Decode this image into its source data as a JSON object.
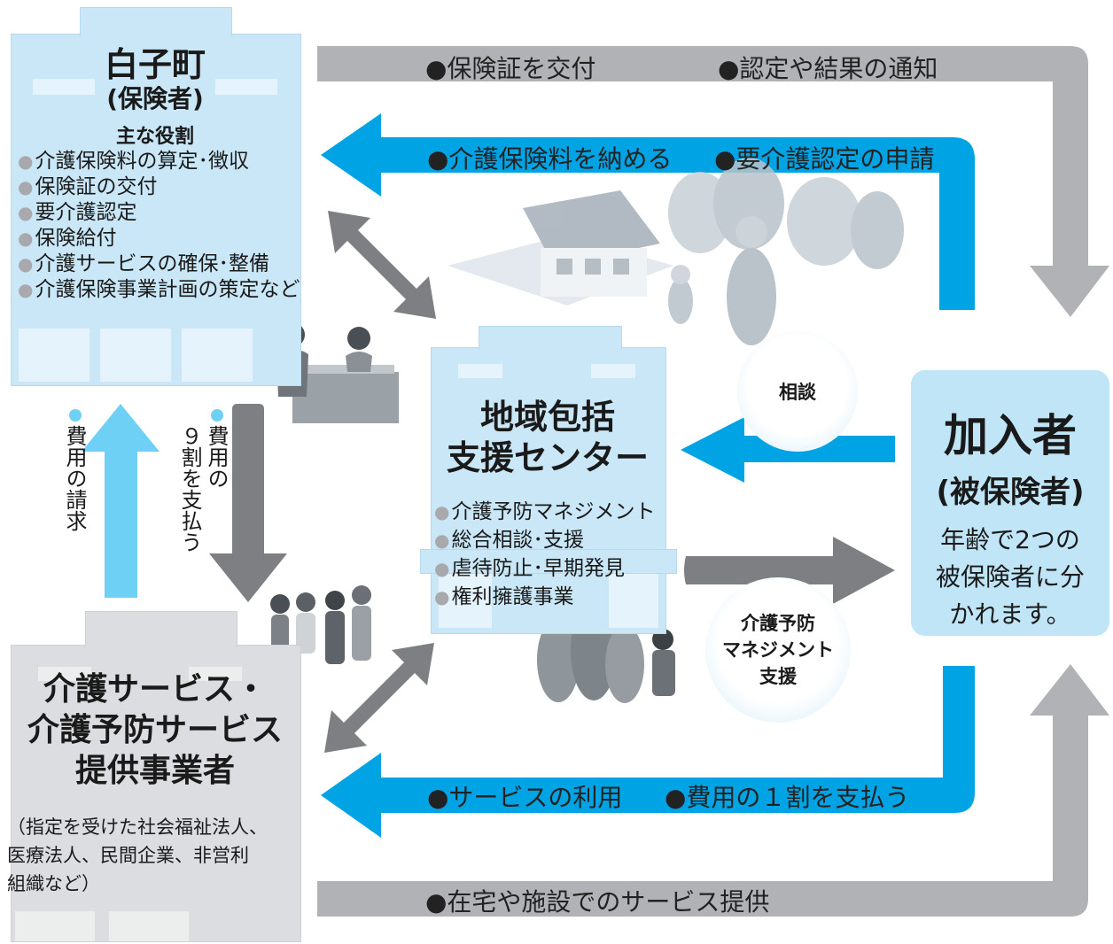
{
  "insurer": {
    "name": "白子町",
    "role": "(保険者)",
    "roles_heading": "主な役割",
    "roles": [
      "介護保険料の算定･徴収",
      "保険証の交付",
      "要介護認定",
      "保険給付",
      "介護サービスの確保･整備",
      "介護保険事業計画の策定など"
    ]
  },
  "center": {
    "name_line1": "地域包括",
    "name_line2": "支援センター",
    "services": [
      "介護予防マネジメント",
      "総合相談･支援",
      "虐待防止･早期発見",
      "権利擁護事業"
    ]
  },
  "member": {
    "name": "加入者",
    "role": "(被保険者)",
    "desc_lines": [
      "年齢で2つの",
      "被保険者に分",
      "かれます。"
    ]
  },
  "provider": {
    "name_lines": [
      "介護サービス・",
      "介護予防サービス",
      "提供事業者"
    ],
    "note_lines": [
      "（指定を受けた社会福祉法人、",
      "医療法人、民間企業、非営利",
      "組織など）"
    ]
  },
  "flows": {
    "top_gray_1": "●保険証を交付",
    "top_gray_2": "●認定や結果の通知",
    "blue_top_1": "●介護保険料を納める",
    "blue_top_2": "●要介護認定の申請",
    "consult": "相談",
    "prevent_support": [
      "介護予防",
      "マネジメント",
      "支援"
    ],
    "blue_bottom_1": "●サービスの利用",
    "blue_bottom_2": "●費用の１割を支払う",
    "bottom_gray": "●在宅や施設でのサービス提供",
    "cost_claim": "費用の請求",
    "cost_pay_1": "費用の",
    "cost_pay_2": "９割を支払う"
  },
  "colors": {
    "blue_arrow": "#00a3e4",
    "light_blue_arrow": "#6fd0f5",
    "gray_arrow": "#b0b2b5",
    "dark_gray_arrow": "#7d7f82",
    "building_blue": "#c9e7f7",
    "member_box": "#bfe5f7"
  }
}
